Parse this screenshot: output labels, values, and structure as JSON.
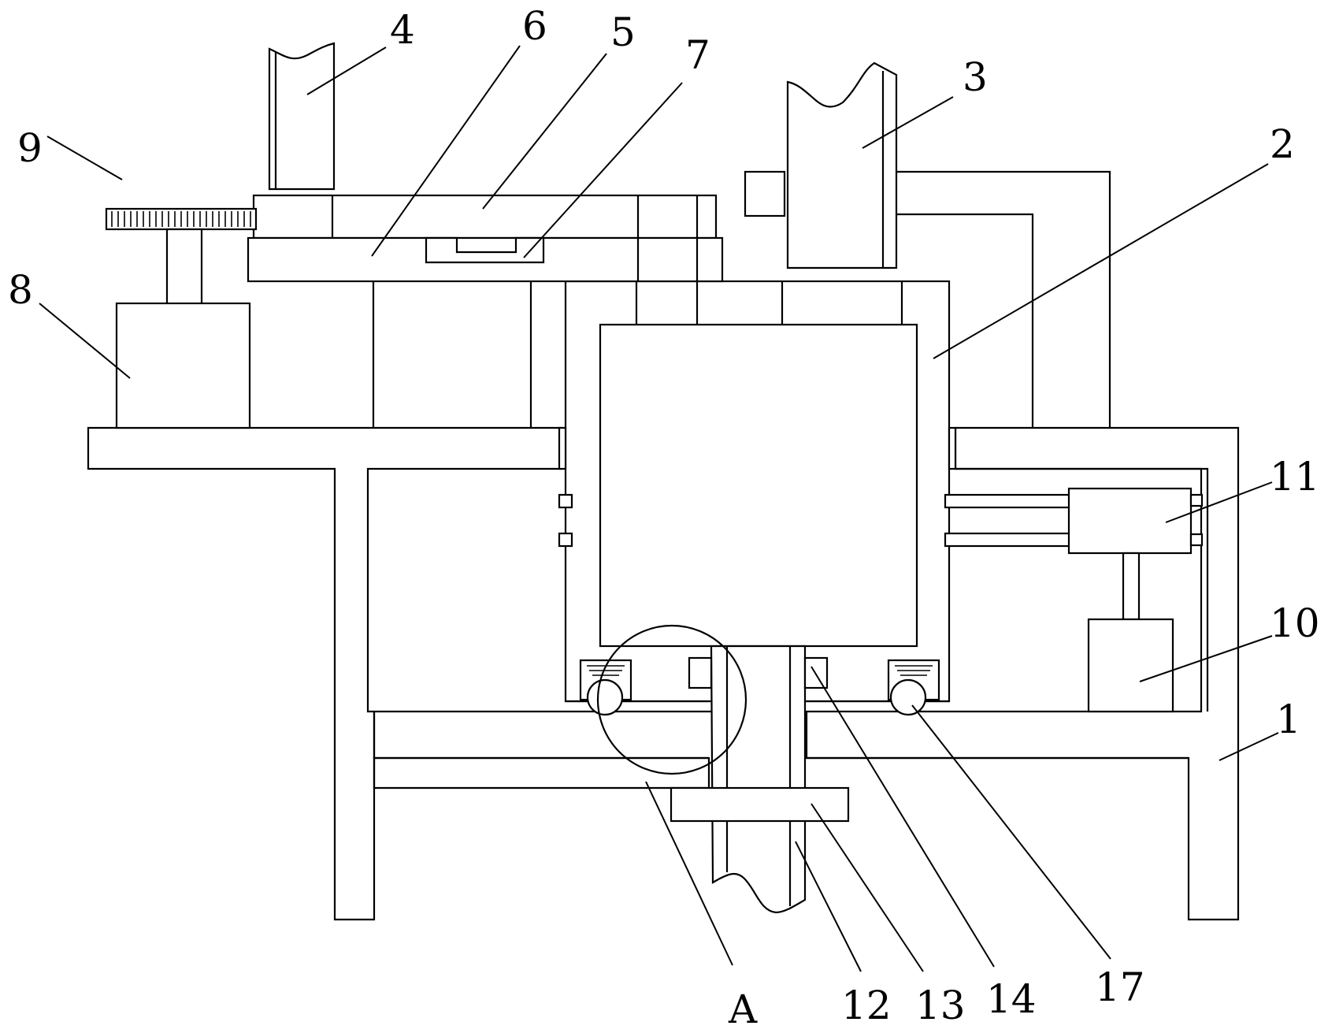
{
  "labels": {
    "l1": "1",
    "l2": "2",
    "l3": "3",
    "l4": "4",
    "l5": "5",
    "l6": "6",
    "l7": "7",
    "l8": "8",
    "l9": "9",
    "l10": "10",
    "l11": "11",
    "l12": "12",
    "l13": "13",
    "l14": "14",
    "l17": "17",
    "lA": "A"
  }
}
